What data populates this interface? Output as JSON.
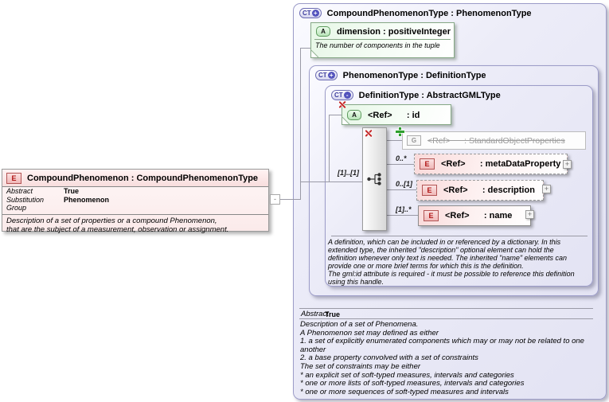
{
  "element_box": {
    "badge": "E",
    "title": "CompoundPhenomenon : CompoundPhenomenonType",
    "rows": [
      {
        "label": "Abstract",
        "value": "True"
      },
      {
        "label": "Substitution Group",
        "value": "Phenomenon"
      }
    ],
    "annotation": "Description of a set of properties or a compound Phenomenon,\nthat are the subject of a measurement, observation or assignment."
  },
  "connector": {
    "toggle": "-"
  },
  "compound_type": {
    "badge": "CT",
    "badge_op": "+",
    "title": "CompoundPhenomenonType : PhenomenonType",
    "attr_dimension": {
      "badge": "A",
      "text": "dimension : positiveInteger",
      "annotation": "The number of components in the tuple"
    },
    "abstract_label": "Abstract",
    "abstract_value": "True",
    "annotation": "Description of a set of Phenomena.\nA Phenomenon set may defined as either\n1. a set of explicitly enumerated components which may or may not be related to one another\n2. a base property convolved with a set of constraints\nThe set of constraints may be either\n* an explicit set of soft-typed measures, intervals and categories\n* one or more lists of soft-typed measures, intervals and categories\n* one or more sequences of soft-typed measures and intervals"
  },
  "phenomenon_type": {
    "badge": "CT",
    "badge_op": "+",
    "title": "PhenomenonType : DefinitionType"
  },
  "definition_type": {
    "badge": "CT",
    "badge_op": "-",
    "title": "DefinitionType : AbstractGMLType",
    "attr_id": {
      "badge": "A",
      "text": "<Ref>      : id"
    },
    "sequence_cardinality": "[1]..[1]",
    "group_ref": {
      "badge": "G",
      "text": "<Ref>      : StandardObjectProperties"
    },
    "elements": [
      {
        "cardinality": "0..*",
        "badge": "E",
        "text": "<Ref>      : metaDataProperty",
        "expand": "+"
      },
      {
        "cardinality": "0..[1]",
        "badge": "E",
        "text": "<Ref>      : description",
        "expand": "+"
      },
      {
        "cardinality": "[1]..*",
        "badge": "E",
        "text": "<Ref>      : name",
        "expand": "+"
      }
    ],
    "annotation": "A definition, which can be included in or referenced by a dictionary. In this\nextended type, the inherited \"description\" optional element can hold the\ndefinition whenever only text is needed. The inherited \"name\" elements can\nprovide one or more brief terms for which this is the definition.\nThe gml:id attribute is required - it must be possible to reference this definition\nusing this handle."
  }
}
